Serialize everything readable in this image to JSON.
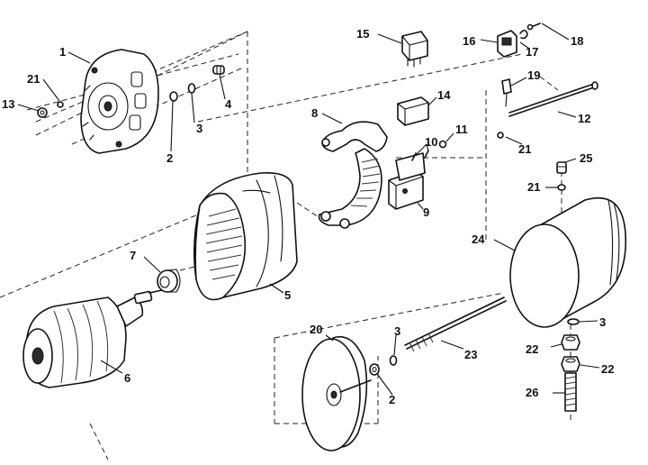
{
  "callouts": {
    "c1": "1",
    "c21a": "21",
    "c13": "13",
    "c2a": "2",
    "c3a": "3",
    "c4": "4",
    "c15": "15",
    "c16": "16",
    "c17": "17",
    "c18": "18",
    "c19": "19",
    "c14": "14",
    "c8": "8",
    "c10": "10",
    "c11": "11",
    "c12": "12",
    "c21b": "21",
    "c9": "9",
    "c25": "25",
    "c21c": "21",
    "c24": "24",
    "c7": "7",
    "c5": "5",
    "c6": "6",
    "c20": "20",
    "c3b": "3",
    "c23": "23",
    "c2b": "2",
    "c3c": "3",
    "c22a": "22",
    "c22b": "22",
    "c26": "26"
  }
}
